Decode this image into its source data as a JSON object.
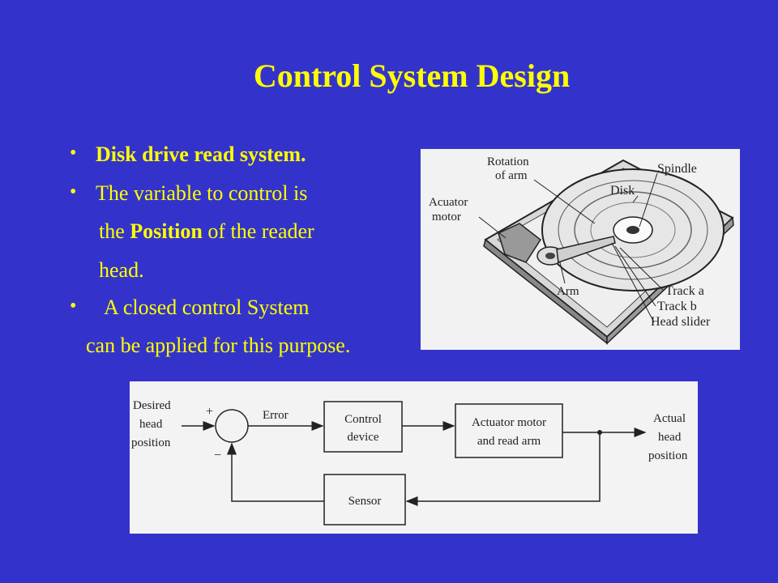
{
  "title": "Control System Design",
  "bullets": {
    "item1": "Disk drive read system.",
    "item2": "The variable to control is",
    "item2_cont_pre": "the ",
    "item2_cont_bold": "Position",
    "item2_cont_post": " of the reader",
    "item2_cont2": "head.",
    "item3": "A closed control System",
    "item3_cont": "can be applied for this purpose.",
    "bullet_char": "•"
  },
  "disk_diagram": {
    "rotation_label_1": "Rotation",
    "rotation_label_2": "of arm",
    "spindle": "Spindle",
    "disk": "Disk",
    "actuator_1": "Acuator",
    "actuator_2": "motor",
    "arm": "Arm",
    "track_a": "Track a",
    "track_b": "Track b",
    "head_slider": "Head slider"
  },
  "block_diagram": {
    "input_1": "Desired",
    "input_2": "head",
    "input_3": "position",
    "plus": "+",
    "minus": "−",
    "error": "Error",
    "control_1": "Control",
    "control_2": "device",
    "actuator_1": "Actuator motor",
    "actuator_2": "and read arm",
    "output_1": "Actual",
    "output_2": "head",
    "output_3": "position",
    "sensor": "Sensor"
  },
  "colors": {
    "background": "#3333cc",
    "text": "#ffff00",
    "panel": "#f2f2f2"
  }
}
